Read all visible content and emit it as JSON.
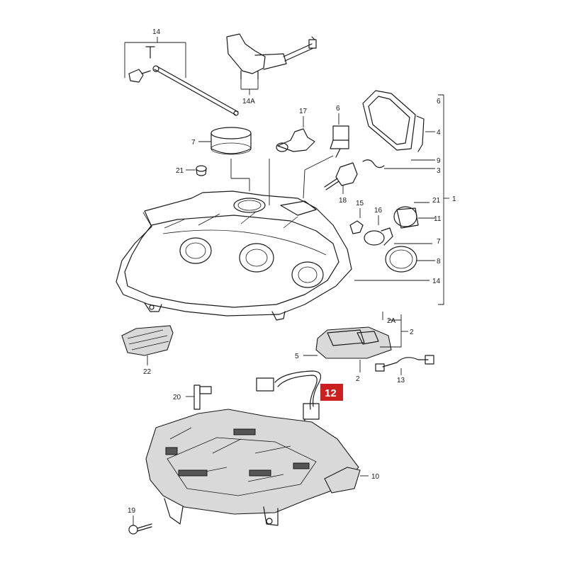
{
  "diagram": {
    "highlight": {
      "label": "12",
      "color": "#cc1f1f"
    },
    "callouts": {
      "c14_top": "14",
      "c14A": "14A",
      "c17": "17",
      "c6_mid": "6",
      "c7_left": "7",
      "c21_left": "21",
      "c18": "18",
      "c15": "15",
      "c16": "16",
      "c5": "5",
      "c22": "22",
      "c2_mid": "2",
      "c13": "13",
      "c20": "20",
      "c10": "10",
      "c19": "19"
    },
    "right_bracket_labels": [
      "6",
      "4",
      "9",
      "3",
      "21",
      "11",
      "7",
      "8",
      "14"
    ],
    "bracket_total": "1",
    "lower_bracket_labels": [
      "2A",
      "2"
    ]
  }
}
